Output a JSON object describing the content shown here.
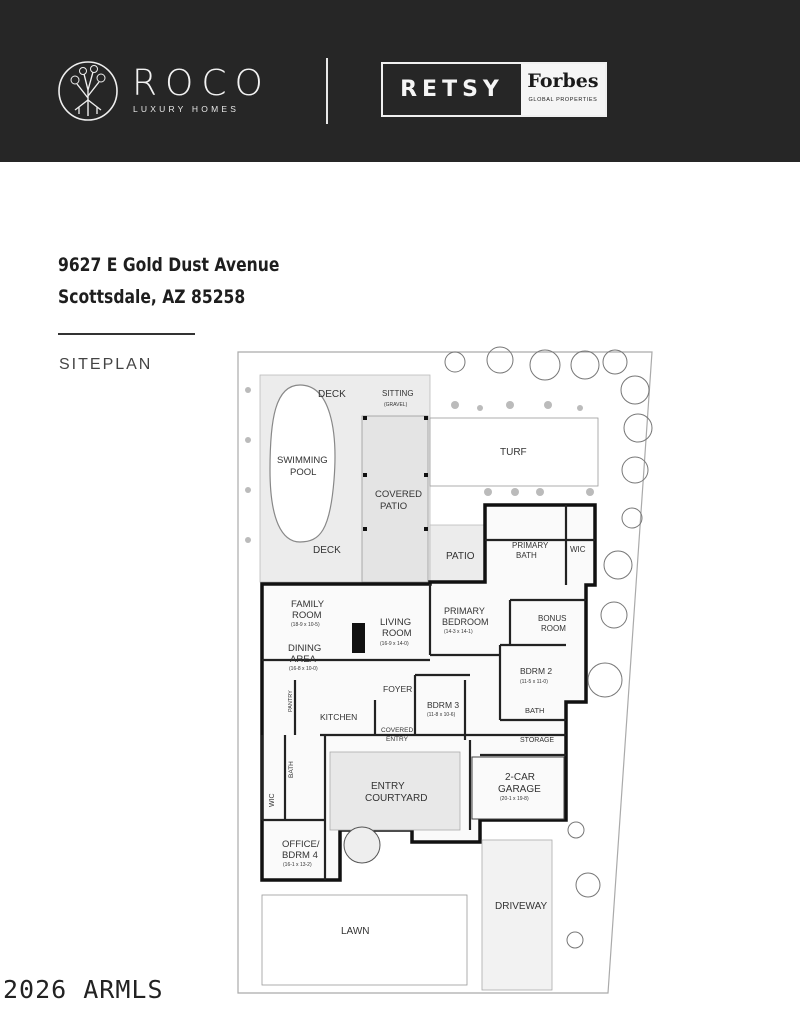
{
  "header": {
    "brand1": {
      "name": "ROCO",
      "tagline": "LUXURY HOMES"
    },
    "brand2": {
      "name": "RETSY",
      "partner": "Forbes",
      "partner_sub": "GLOBAL PROPERTIES"
    }
  },
  "listing": {
    "address_line1": "9627 E Gold Dust Avenue",
    "address_line2": "Scottsdale, AZ 85258",
    "section_label": "SITEPLAN"
  },
  "plan_labels": {
    "deck_top": "DECK",
    "sitting": "SITTING",
    "sitting_sub": "(GRAVEL)",
    "turf": "TURF",
    "swimming": "SWIMMING",
    "pool": "POOL",
    "covered": "COVERED",
    "patio_word": "PATIO",
    "deck_bottom": "DECK",
    "patio": "PATIO",
    "primary_bath1": "PRIMARY",
    "primary_bath2": "BATH",
    "wic_top": "WIC",
    "family1": "FAMILY",
    "family2": "ROOM",
    "family_dim": "(18-9 x 10-5)",
    "living1": "LIVING",
    "living2": "ROOM",
    "living_dim": "(16-9 x 14-0)",
    "primary_bed1": "PRIMARY",
    "primary_bed2": "BEDROOM",
    "primary_bed_dim": "(14-3 x 14-1)",
    "bonus1": "BONUS",
    "bonus2": "ROOM",
    "dining1": "DINING",
    "dining2": "AREA",
    "dining_dim": "(16-8 x 10-0)",
    "bdrm2": "BDRM 2",
    "bdrm2_dim": "(11-5 x 11-0)",
    "pantry": "PANTRY",
    "kitchen": "KITCHEN",
    "foyer": "FOYER",
    "bdrm3": "BDRM 3",
    "bdrm3_dim": "(11-8 x 10-6)",
    "bath_right": "BATH",
    "covered_entry1": "COVERED",
    "covered_entry2": "ENTRY",
    "storage": "STORAGE",
    "bath_left": "BATH",
    "entry1": "ENTRY",
    "entry2": "COURTYARD",
    "garage1": "2-CAR",
    "garage2": "GARAGE",
    "garage_dim": "(20-1 x 19-8)",
    "wic_left": "WIC",
    "office1": "OFFICE/",
    "office2": "BDRM 4",
    "office_dim": "(16-1 x 13-2)",
    "lawn": "LAWN",
    "driveway": "DRIVEWAY"
  },
  "watermark": "2026 ARMLS"
}
